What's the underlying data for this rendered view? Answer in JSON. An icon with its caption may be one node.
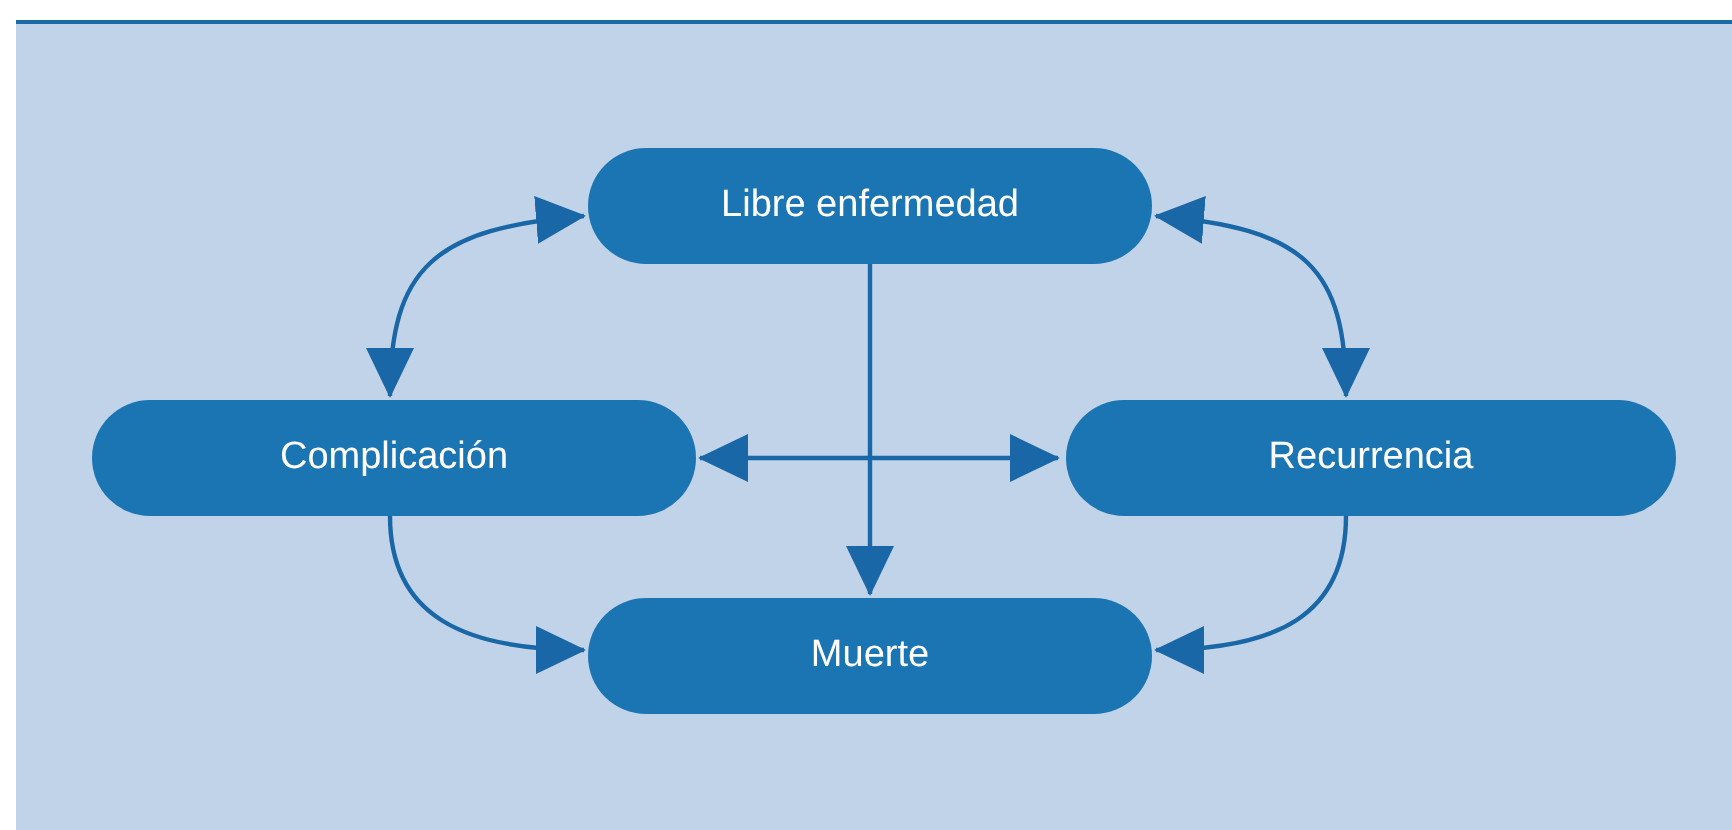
{
  "diagram": {
    "nodes": [
      {
        "text": [
          "Libre enfermedad"
        ]
      },
      {
        "text": [
          "Complicación"
        ]
      },
      {
        "text": [
          "Recurrencia"
        ]
      },
      {
        "text": [
          "Muerte"
        ]
      }
    ],
    "edges": [
      {
        "from": 0,
        "to": 1,
        "arrow": "both"
      },
      {
        "from": 0,
        "to": 2,
        "arrow": "both"
      },
      {
        "from": 0,
        "to": 3,
        "arrow": "to"
      },
      {
        "from": 1,
        "to": 2,
        "arrow": "both"
      },
      {
        "from": 1,
        "to": 3,
        "arrow": "to"
      },
      {
        "from": 2,
        "to": 3,
        "arrow": "to"
      }
    ]
  }
}
